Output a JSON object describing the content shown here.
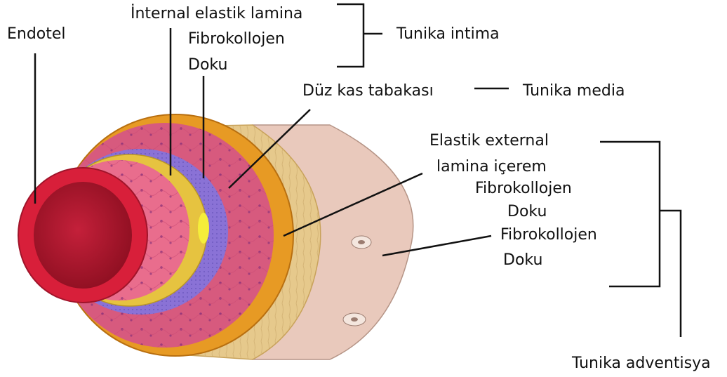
{
  "diagram": {
    "labels": {
      "endotel": "Endotel",
      "internal_elastic": "İnternal elastik lamina",
      "intima_fibro_1": "Fibrokollojen",
      "intima_fibro_2": "Doku",
      "smooth_muscle": "Düz kas tabakası",
      "external_elastic_1": "Elastik external",
      "external_elastic_2": "lamina içerem",
      "adv_fibro_a1": "Fibrokollojen",
      "adv_fibro_a2": "Doku",
      "adv_fibro_b1": "Fibrokollojen",
      "adv_fibro_b2": "Doku"
    },
    "groups": {
      "intima": "Tunika intima",
      "media": "Tunika media",
      "adventitia": "Tunika adventisya"
    },
    "colors": {
      "adventitia": "#e9c9bc",
      "outer_media": "#e6c98c",
      "elastic_external": "#e79a24",
      "media_muscle": "#d75a7e",
      "internal_elastic": "#e6c340",
      "intima_fibro": "#8a72d6",
      "endothelium": "#d81f3a",
      "lumen": "#b5162c",
      "line": "#111111"
    }
  }
}
